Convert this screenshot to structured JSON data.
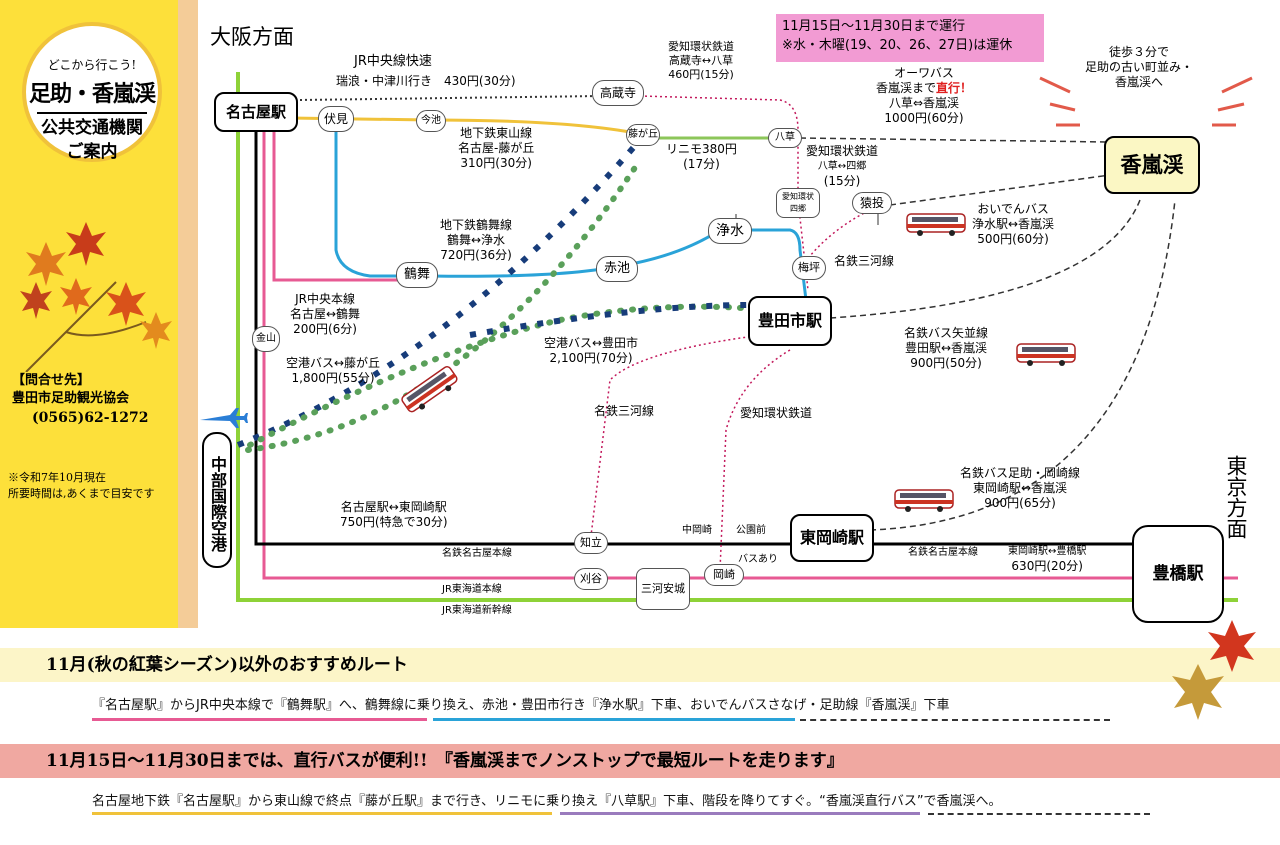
{
  "sidebar": {
    "subtitle": "どこから行こう!",
    "title": "足助・香嵐渓",
    "heading1": "公共交通機関",
    "heading2": "ご案内",
    "contact_label": "【問合せ先】",
    "contact_org": "豊田市足助観光協会",
    "contact_tel": "(0565)62-1272",
    "note1": "※令和7年10月現在",
    "note2": "所要時間は,あくまで目安です"
  },
  "directions": {
    "top": "大阪方面",
    "right": "東京方面"
  },
  "notice": {
    "line1": "11月15日～11月30日まで運行",
    "line2": "※水・木曜(19、20、26、27日)は運休"
  },
  "walk": {
    "line1": "徒歩３分で",
    "line2": "足助の古い町並み・",
    "line3": "香嵐渓へ"
  },
  "stations": {
    "nagoya": "名古屋駅",
    "toyotashi": "豊田市駅",
    "higashiokazaki": "東岡崎駅",
    "toyohashi": "豊橋駅",
    "kourankei": "香嵐渓",
    "chubu": "中部国際空港"
  },
  "badges": {
    "fushimi": "伏見",
    "imaike": "今池",
    "takakuraji": "高蔵寺",
    "fujigaoka": "藤が丘",
    "yakusa": "八草",
    "aikan_yotsugo": "愛知環状\n四郷",
    "sanage": "猿投",
    "jousui": "浄水",
    "tsurumai": "鶴舞",
    "akaike": "赤池",
    "umetsubo": "梅坪",
    "kanayama": "金山",
    "chiryu": "知立",
    "kariya": "刈谷",
    "mikawaanjo": "三河安城",
    "okazaki": "岡崎",
    "nakaokazaki": "中岡崎",
    "koenmae": "公園前"
  },
  "labels": {
    "jr_chuo_rapid": "JR中央線快速",
    "jr_chuo_rapid_detail": "瑞浪・中津川行き　430円(30分)",
    "aikan_top1": "愛知環状鉄道",
    "aikan_top2": "高蔵寺↔八草",
    "aikan_top3": "460円(15分)",
    "owa_1": "オーワバス",
    "owa_2a": "香嵐渓まで",
    "owa_2b": "直行！",
    "owa_3": "八草⇔香嵐渓",
    "owa_4": "1000円(60分)",
    "higashiyama_1": "地下鉄東山線",
    "higashiyama_2": "名古屋-藤が丘",
    "higashiyama_3": "310円(30分)",
    "linimo_1": "リニモ380円",
    "linimo_2": "(17分)",
    "aikan_mid1": "愛知環状鉄道",
    "aikan_mid2": "八草↔四郷",
    "aikan_mid3": "(15分)",
    "oiden_1": "おいでんバス",
    "oiden_2": "浄水駅↔香嵐渓",
    "oiden_3": "500円(60分)",
    "tsurumai_1": "地下鉄鶴舞線",
    "tsurumai_2": "鶴舞↔浄水",
    "tsurumai_3": "720円(36分)",
    "meitetsu_mikawa": "名鉄三河線",
    "jr_chuo_1": "JR中央本線",
    "jr_chuo_2": "名古屋↔鶴舞",
    "jr_chuo_3": "200円(6分)",
    "airport_bus_1": "空港バス↔藤が丘",
    "airport_bus_2": "1,800円(55分)",
    "airport_bus2_1": "空港バス↔豊田市",
    "airport_bus2_2": "2,100円(70分)",
    "yanami_1": "名鉄バス矢並線",
    "yanami_2": "豊田駅↔香嵐渓",
    "yanami_3": "900円(50分)",
    "meitetsu_mikawa2": "名鉄三河線",
    "aikan_low": "愛知環状鉄道",
    "asuke_1": "名鉄バス足助・岡崎線",
    "asuke_2": "東岡崎駅↔香嵐渓",
    "asuke_3": "900円(65分)",
    "nagoya_hoka_1": "名古屋駅↔東岡崎駅",
    "nagoya_hoka_2": "750円(特急で30分)",
    "meitetsu_nagoya_main": "名鉄名古屋本線",
    "meitetsu_nagoya_main2": "名鉄名古屋本線",
    "hoka_toyo_1": "東岡崎駅↔豊橋駅",
    "hoka_toyo_2": "630円(20分)",
    "bus_ari": "バスあり",
    "jr_tokaido": "JR東海道本線",
    "jr_shinkansen": "JR東海道新幹線"
  },
  "routes": {
    "off_title": "11月(秋の紅葉シーズン)以外のおすすめルート",
    "off_text": "『名古屋駅』からJR中央本線で『鶴舞駅』へ、鶴舞線に乗り換え、赤池・豊田市行き『浄水駅』下車、おいでんバスさなげ・足助線『香嵐渓』下車",
    "season_title": "11月15日～11月30日までは、直行バスが便利!!　『香嵐渓までノンストップで最短ルートを走ります』",
    "season_text": "名古屋地下鉄『名古屋駅』から東山線で終点『藤が丘駅』まで行き、リニモに乗り換え『八草駅』下車、階段を降りてすぐ。“香嵐渓直行バス”で香嵐渓へ。"
  },
  "colors": {
    "jr_chuo": "#e75a93",
    "tsurumai_line": "#2aa3d8",
    "higashiyama": "#f0c23a",
    "linimo": "#8cc65a",
    "shinkansen": "#8ed238",
    "meitetsu": "#000000",
    "airport_bus_green": "#5aa05a",
    "airport_bus_navy": "#173c7a",
    "aikan": "#c2185b"
  }
}
